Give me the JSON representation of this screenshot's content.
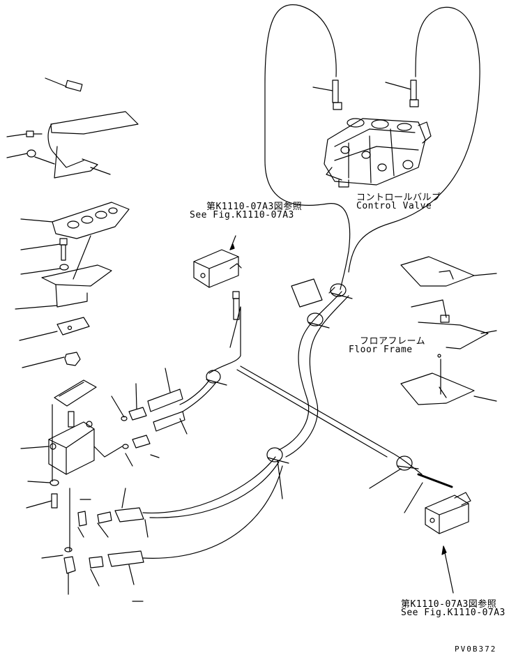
{
  "labels": {
    "control_valve_jp": "コントロールバルブ",
    "control_valve_en": "Control Valve",
    "floor_frame_jp": "フロアフレーム",
    "floor_frame_en": "Floor Frame",
    "ref_top_jp": "第K1110-07A3図参照",
    "ref_top_en": "See Fig.K1110-07A3",
    "ref_bottom_jp": "第K1110-07A3図参照",
    "ref_bottom_en": "See Fig.K1110-07A3"
  },
  "drawing_code": "PV0B372"
}
